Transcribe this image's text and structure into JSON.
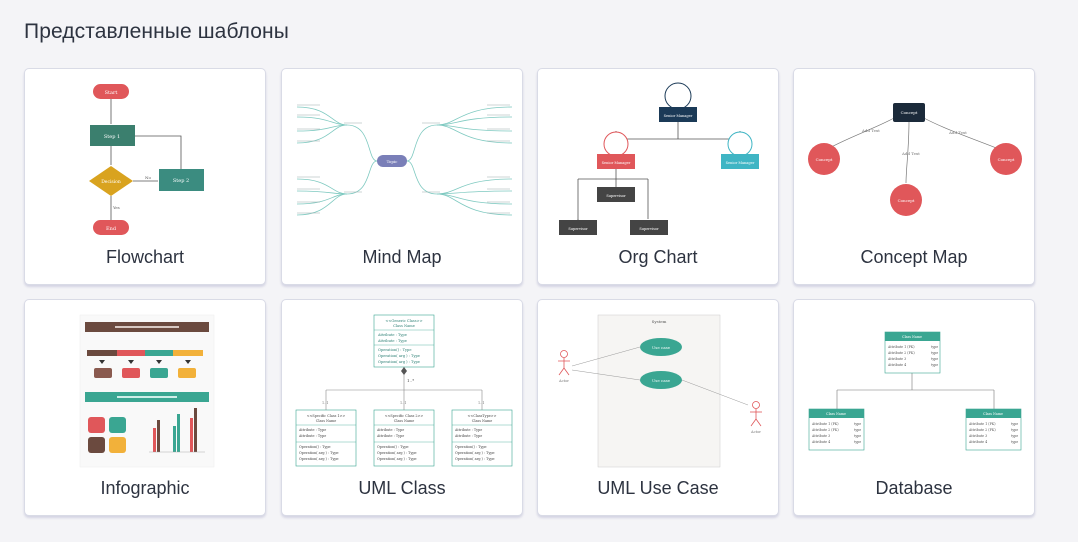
{
  "section": {
    "title": "Представленные шаблоны"
  },
  "templates": [
    {
      "label": "Flowchart",
      "preview": {
        "start": "Start",
        "step1": "Step 1",
        "decision": "Decision",
        "no": "No",
        "yes": "Yes",
        "step2": "Step 2",
        "end": "End"
      }
    },
    {
      "label": "Mind Map",
      "preview": {
        "center": "Topic"
      }
    },
    {
      "label": "Org Chart",
      "preview": {
        "top_role": "Senior Manager",
        "left_role": "Senior Manager",
        "right_role": "Senior Manager",
        "mid": "Supervisor",
        "leaf1": "Supervisor",
        "leaf2": "Supervisor"
      }
    },
    {
      "label": "Concept Map",
      "preview": {
        "root": "Concept",
        "left": "Concept",
        "mid": "Concept",
        "right": "Concept",
        "edge": "Add Text"
      }
    },
    {
      "label": "Infographic"
    },
    {
      "label": "UML Class",
      "preview": {
        "top_stereo": "<<Generic Class>>",
        "class_name": "Class Name",
        "attr": "Attribute : Type",
        "op": "Operation() : Type",
        "op_arg": "Operation( arg ) : Type",
        "mult": "1..*",
        "mult_small": "1..1",
        "left_stereo": "<<Specific Class 1>>",
        "mid_stereo": "<<Specific Class 2>>",
        "right_stereo": "<<ClassType>>"
      }
    },
    {
      "label": "UML Use Case",
      "preview": {
        "system": "System",
        "case1": "Use case",
        "case2": "Use case",
        "actor1": "Actor",
        "actor2": "Actor"
      }
    },
    {
      "label": "Database",
      "preview": {
        "table": "Class Name",
        "pk": "Attribute 1 (PK)",
        "fk": "Attribute 2 (FK)",
        "a3": "Attribute 3",
        "a4": "Attribute 4",
        "type": "type"
      }
    }
  ],
  "colors": {
    "red": "#e0575a",
    "teal": "#3aa692",
    "darkteal": "#3b7f6e",
    "navy": "#1b3a57",
    "cyan": "#3fb5c4",
    "gold": "#d9a31f",
    "dark": "#444444"
  }
}
